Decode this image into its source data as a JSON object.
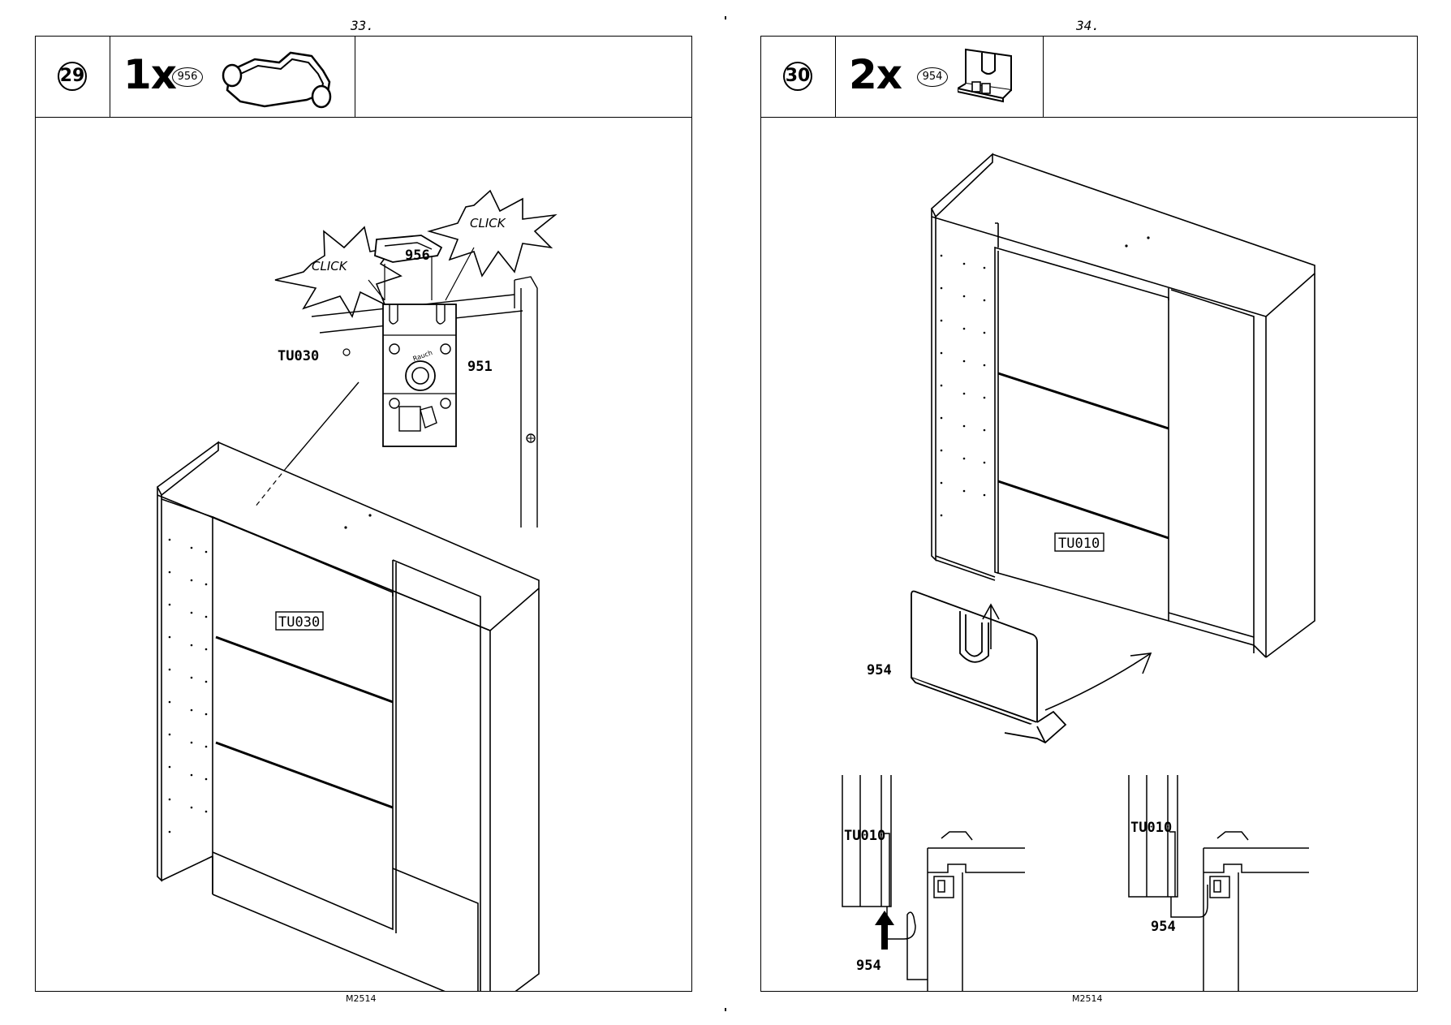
{
  "left_page": {
    "page_number": "33.",
    "footer": "M2514",
    "step": "29",
    "quantity": "1x",
    "part_code": "956",
    "labels": {
      "click_a": "CLICK",
      "click_b": "CLICK",
      "part_956": "956",
      "tu030_hole": "TU030",
      "part_951": "951",
      "door_panel": "TU030",
      "brand": "Rauch"
    }
  },
  "right_page": {
    "page_number": "34.",
    "footer": "M2514",
    "step": "30",
    "quantity": "2x",
    "part_code": "954",
    "labels": {
      "door_panel": "TU010",
      "part_954_main": "954",
      "detail_left_tu": "TU010",
      "detail_left_part": "954",
      "detail_right_tu": "TU010",
      "detail_right_part": "954"
    }
  }
}
